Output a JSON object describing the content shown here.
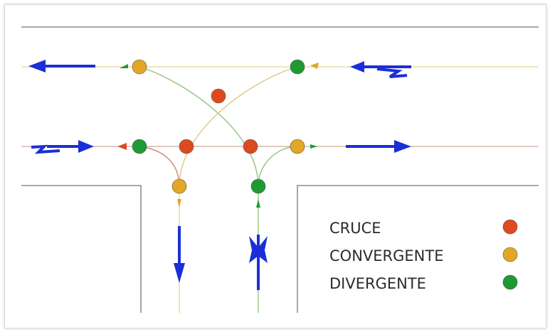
{
  "colors": {
    "road_edge": "#777777",
    "lane_yellow": "#e0d890",
    "path_green": "#8fc37a",
    "path_red": "#d9876a",
    "arrow_blue": "#1a2fd6",
    "cruce": "#dd4a1f",
    "convergente": "#e2a725",
    "divergente": "#1d9b32"
  },
  "legend": [
    {
      "key": "cruce",
      "label": "CRUCE",
      "color": "#dd4a1f"
    },
    {
      "key": "convergente",
      "label": "CONVERGENTE",
      "color": "#e2a725"
    },
    {
      "key": "divergente",
      "label": "DIVERGENTE",
      "color": "#1d9b32"
    }
  ]
}
